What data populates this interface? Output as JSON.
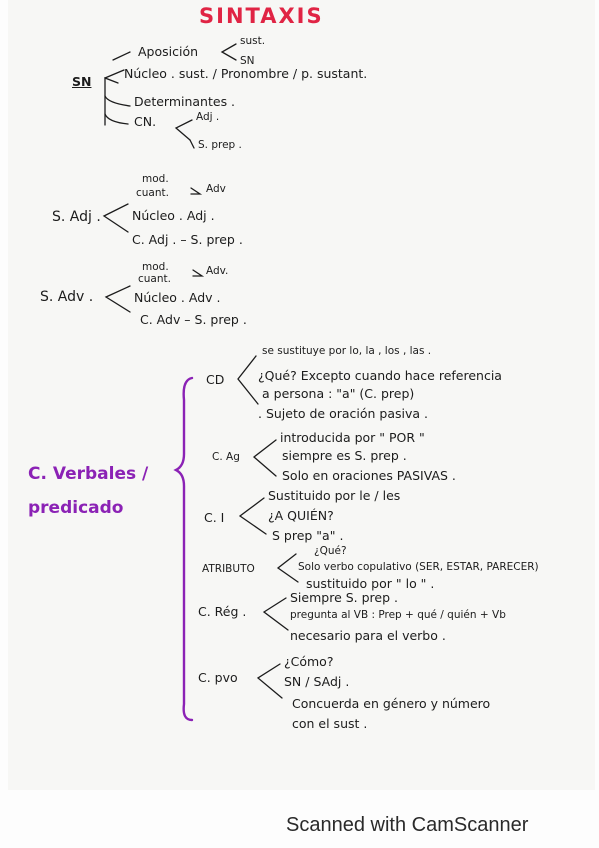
{
  "title": "SINTAXIS",
  "sn": {
    "label": "SN",
    "aposicion": "Aposición",
    "aposicion_sust": "sust.",
    "aposicion_sn": "SN",
    "nucleo": "Núcleo . sust. / Pronombre / p. sustant.",
    "determinantes": "Determinantes .",
    "cn": "CN.",
    "cn_adj": "Adj .",
    "cn_sprep": "S. prep ."
  },
  "sadj": {
    "label": "S. Adj .",
    "mod": "mod.",
    "cuant": "cuant.",
    "adv": "Adv",
    "nucleo": "Núcleo . Adj .",
    "cadj": "C. Adj . – S. prep ."
  },
  "sadv": {
    "label": "S. Adv .",
    "mod": "mod.",
    "cuant": "cuant.",
    "adv": "Adv.",
    "nucleo": "Núcleo . Adv .",
    "cadv": "C. Adv – S. prep ."
  },
  "verbales": {
    "label_line1": "C. Verbales /",
    "label_line2": "predicado"
  },
  "cd": {
    "label": "CD",
    "line1": "se sustituye por lo, la , los , las .",
    "line2": "¿Qué? Excepto cuando hace referencia",
    "line3": "a persona : \"a\" (C. prep)",
    "line4": ". Sujeto de oración pasiva ."
  },
  "cag": {
    "label": "C. Ag",
    "line1": "introducida por \" POR \"",
    "line2": "siempre es S. prep .",
    "line3": "Solo en oraciones PASIVAS ."
  },
  "ci": {
    "label": "C. I",
    "line1": "Sustituido por le / les",
    "line2": "¿A QUIÉN?",
    "line3": "S prep \"a\" ."
  },
  "atributo": {
    "label": "ATRIBUTO",
    "line1": "¿Qué?",
    "line2": "Solo verbo copulativo (SER, ESTAR, PARECER)",
    "line3": "sustituido por \" lo \" ."
  },
  "creg": {
    "label": "C. Rég .",
    "line1": "Siempre S. prep .",
    "line2": "pregunta al VB : Prep + qué / quién + Vb",
    "line3": "necesario para el verbo ."
  },
  "cpvo": {
    "label": "C. pvo",
    "line1": "¿Cómo?",
    "line2": "SN / SAdj .",
    "line3": "Concuerda en género y número",
    "line4": "con el sust ."
  },
  "footer": "Scanned with CamScanner"
}
